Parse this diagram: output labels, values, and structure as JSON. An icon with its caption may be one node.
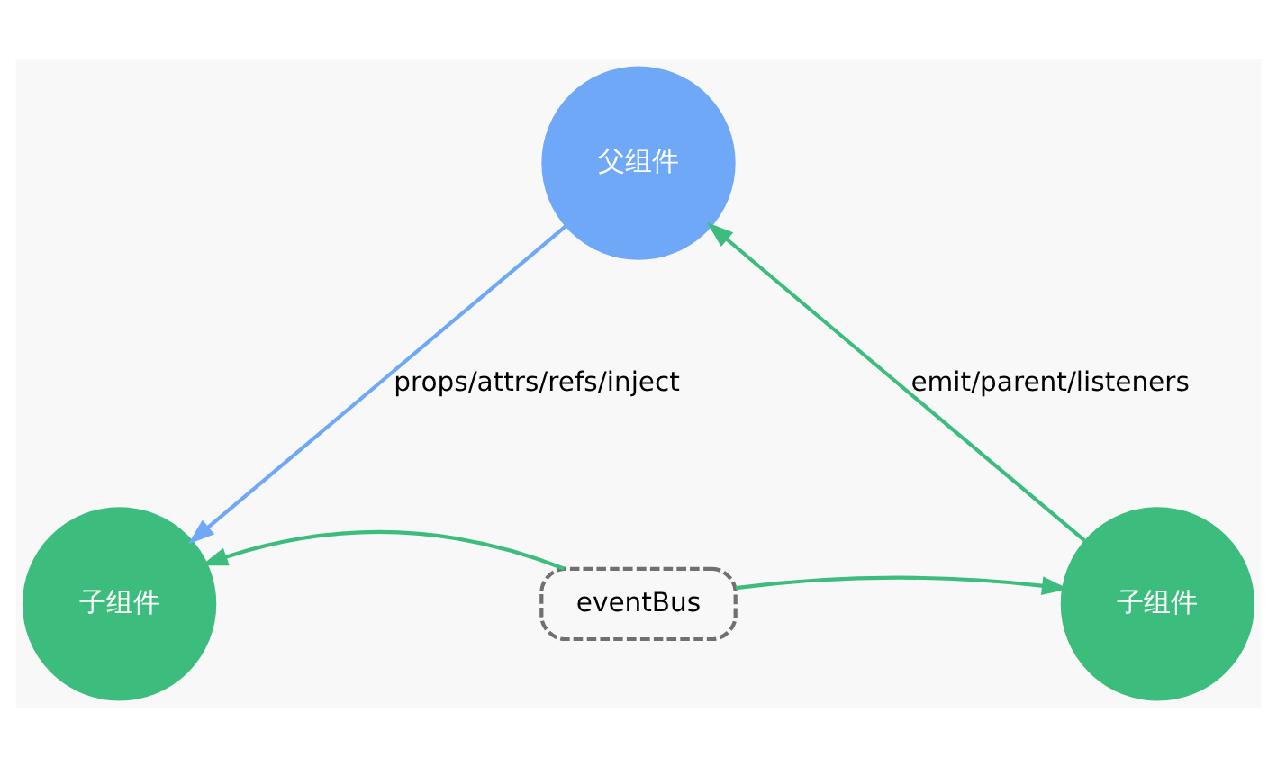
{
  "diagram": {
    "nodes": [
      {
        "text": [
          "父组件"
        ]
      },
      {
        "text": [
          "子组件"
        ]
      },
      {
        "text": [
          "子组件"
        ]
      },
      {
        "text": [
          "eventBus"
        ]
      }
    ],
    "edges": [
      {
        "from": 0,
        "to": 1,
        "arrow": "to",
        "label": "props/attrs/refs/inject",
        "color": "#6fa8f7"
      },
      {
        "from": 2,
        "to": 0,
        "arrow": "to",
        "label": "emit/parent/listeners"
      },
      {
        "from": 3,
        "to": 1,
        "arrow": "to"
      },
      {
        "from": 3,
        "to": 2,
        "arrow": "to"
      }
    ]
  }
}
